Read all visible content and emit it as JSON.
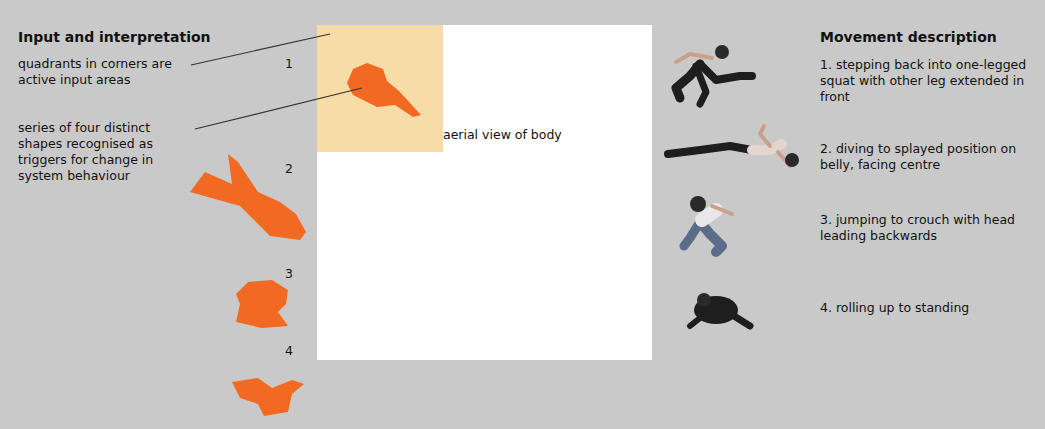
{
  "diagram": {
    "nodes": [
      {
        "text": [
          "aerial view of body"
        ]
      }
    ],
    "labels": [
      "Input and interpretation",
      "quadrants in corners are active input areas",
      "series of four distinct shapes recognised as triggers for change in system behaviour",
      "1",
      "2",
      "3",
      "4",
      "Movement description",
      "1. stepping back into one-legged squat with other leg extended in front",
      "2. diving to splayed position on belly, facing centre",
      "3. jumping to crouch with head leading backwards",
      "4. rolling up to standing"
    ]
  }
}
